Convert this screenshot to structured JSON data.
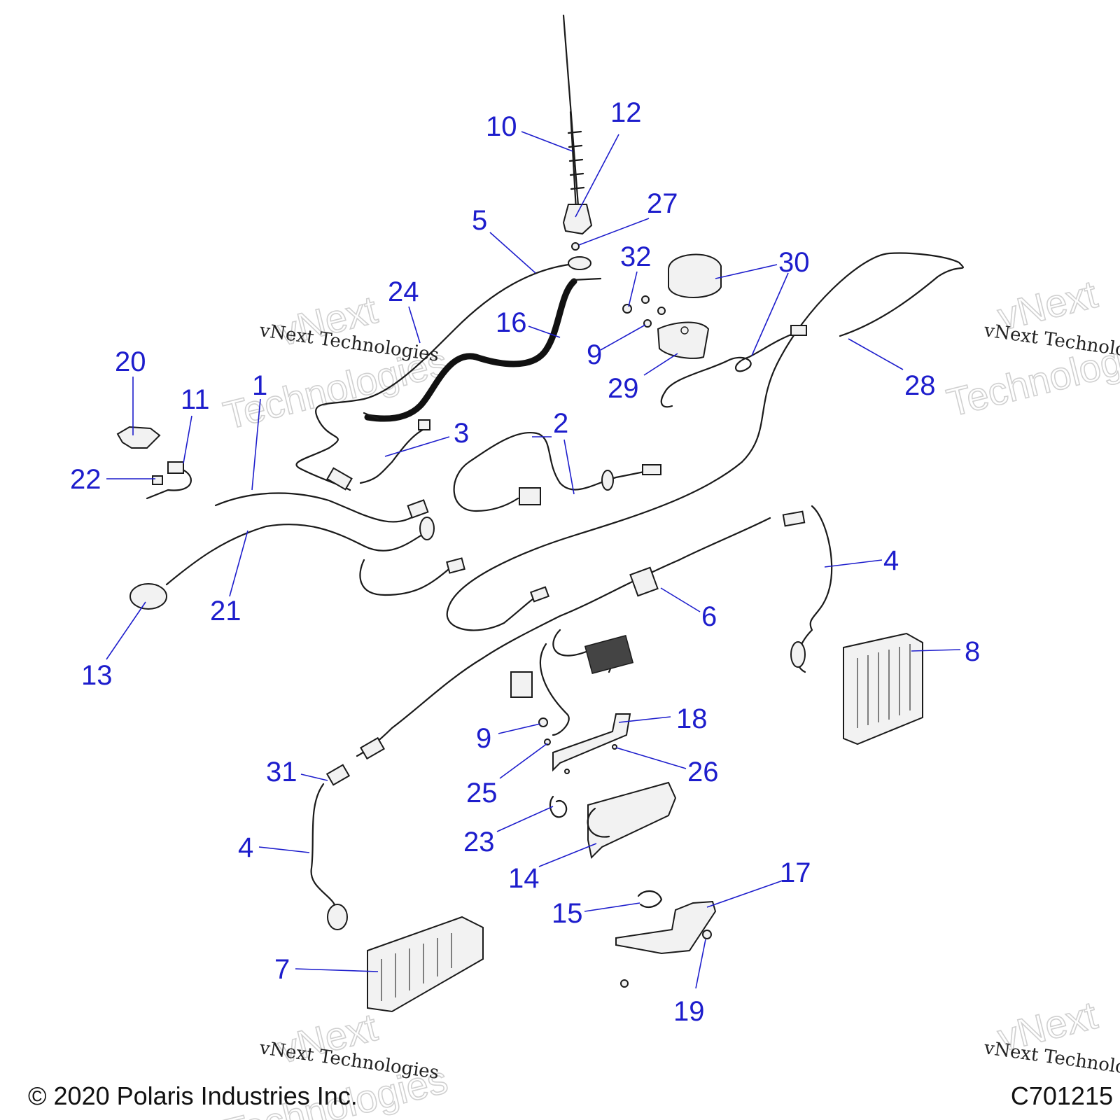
{
  "callouts": [
    {
      "n": "1"
    },
    {
      "n": "2"
    },
    {
      "n": "3"
    },
    {
      "n": "4"
    },
    {
      "n": "4"
    },
    {
      "n": "5"
    },
    {
      "n": "6"
    },
    {
      "n": "7"
    },
    {
      "n": "8"
    },
    {
      "n": "9"
    },
    {
      "n": "9"
    },
    {
      "n": "10"
    },
    {
      "n": "11"
    },
    {
      "n": "12"
    },
    {
      "n": "13"
    },
    {
      "n": "14"
    },
    {
      "n": "15"
    },
    {
      "n": "16"
    },
    {
      "n": "17"
    },
    {
      "n": "18"
    },
    {
      "n": "19"
    },
    {
      "n": "20"
    },
    {
      "n": "21"
    },
    {
      "n": "22"
    },
    {
      "n": "23"
    },
    {
      "n": "24"
    },
    {
      "n": "25"
    },
    {
      "n": "26"
    },
    {
      "n": "27"
    },
    {
      "n": "28"
    },
    {
      "n": "29"
    },
    {
      "n": "30"
    },
    {
      "n": "31"
    },
    {
      "n": "32"
    }
  ],
  "watermark": {
    "line": "vNext Technologies",
    "big_top": "vNext",
    "big_bottom": "Technologies"
  },
  "footer": {
    "copyright": "© 2020 Polaris Industries Inc.",
    "figure_id": "C701215"
  },
  "colors": {
    "callout": "#1d1dcc",
    "line_art": "#1a1a1a"
  }
}
